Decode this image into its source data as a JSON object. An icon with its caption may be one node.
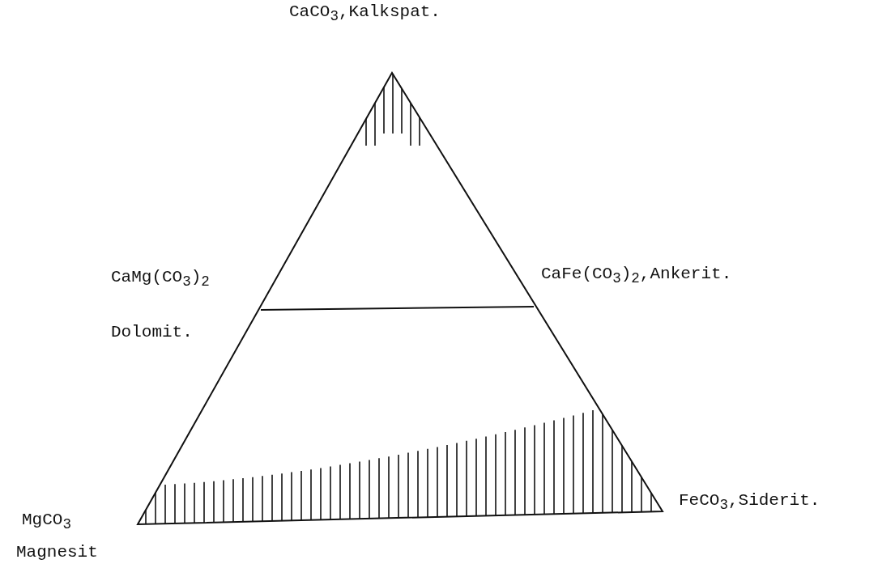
{
  "diagram": {
    "labels": [
      "CaCO$_{3}$,Kalkspat.",
      "CaMg(CO$_{3}$)$_{2}$",
      "Dolomit.",
      "CaFe(CO$_{3}$)$_{2}$,Ankerit.",
      "MgCO$_{3}$",
      "FeCO$_{3}$,Siderit.",
      "Magnesit"
    ]
  }
}
